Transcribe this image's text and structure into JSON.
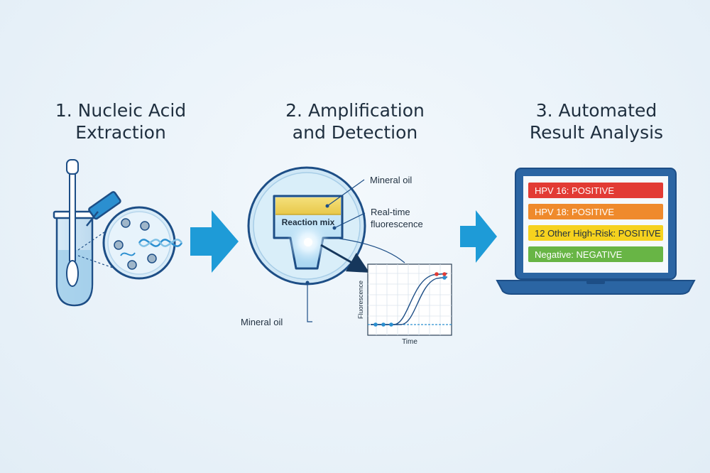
{
  "steps": [
    {
      "title_line1": "1. Nucleic Acid",
      "title_line2": "Extraction"
    },
    {
      "title_line1": "2. Amplification",
      "title_line2": "and Detection"
    },
    {
      "title_line1": "3. Automated",
      "title_line2": "Result Analysis"
    }
  ],
  "amplification": {
    "label_mineral_oil_top": "Mineral oil",
    "label_reaction_mix": "Reaction mix",
    "label_realtime_line1": "Real-time",
    "label_realtime_line2": "fluorescence",
    "label_mineral_oil_bottom": "Mineral oil"
  },
  "mini_chart": {
    "ylabel": "Fluorescence",
    "xlabel": "Time"
  },
  "results": [
    {
      "text": "HPV 16: POSITIVE",
      "color": "#e23b34"
    },
    {
      "text": "HPV 18: POSITIVE",
      "color": "#ef8a2c"
    },
    {
      "text": "12 Other High-Risk: POSITIVE",
      "color": "#f6d21e"
    },
    {
      "text": "Negative: NEGATIVE",
      "color": "#68b545"
    }
  ],
  "colors": {
    "arrow": "#1e9bd7",
    "navy": "#1d4e86",
    "accent_blue": "#2b8fd0"
  },
  "icons": [
    "swab-tube-icon",
    "dna-magnifier-icon",
    "reaction-well-icon",
    "laptop-icon",
    "flow-arrow-icon"
  ]
}
